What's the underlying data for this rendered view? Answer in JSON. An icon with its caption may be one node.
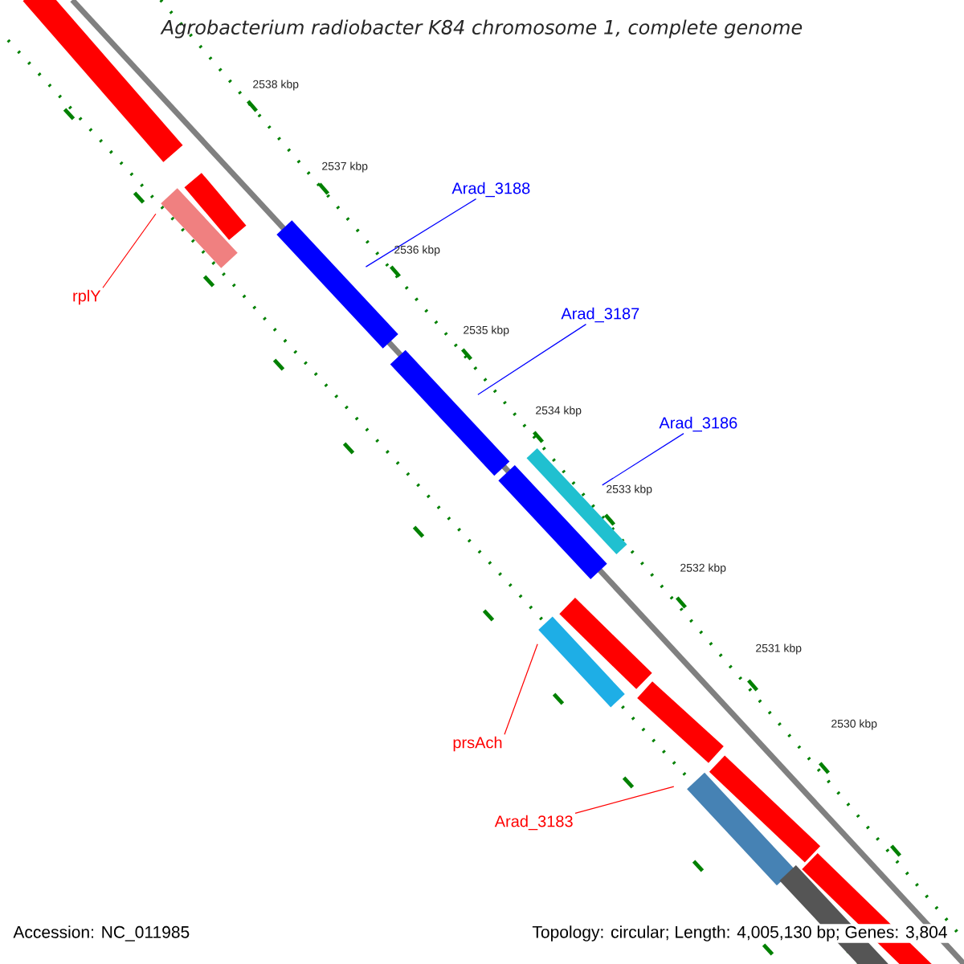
{
  "diagram": {
    "title": "Agrobacterium radiobacter K84 chromosome 1, complete genome",
    "nodes": [
      {
        "text": [
          "Arad_3188"
        ]
      },
      {
        "text": [],
        "shape": "bar"
      },
      {
        "text": [
          "Arad_3187"
        ]
      },
      {
        "text": [],
        "shape": "bar"
      },
      {
        "text": [
          "Arad_3186"
        ]
      },
      {
        "text": [],
        "shape": "bar"
      },
      {
        "text": [
          "rplY"
        ]
      },
      {
        "text": [],
        "shape": "bar"
      },
      {
        "text": [
          "prsAch"
        ]
      },
      {
        "text": [],
        "shape": "bar"
      },
      {
        "text": [
          "Arad_3183"
        ]
      },
      {
        "text": [],
        "shape": "bar"
      },
      {
        "text": [],
        "shape": "bar"
      },
      {
        "text": [],
        "shape": "bar"
      },
      {
        "text": [],
        "shape": "bar"
      },
      {
        "text": [],
        "shape": "bar"
      },
      {
        "text": [],
        "shape": "bar"
      },
      {
        "text": [],
        "shape": "bar"
      },
      {
        "text": [],
        "shape": "bar"
      },
      {
        "text": [],
        "shape": "bar"
      }
    ],
    "edges": [
      {
        "from": 0,
        "to": 1,
        "arrow": "none",
        "color": "#0000ff"
      },
      {
        "from": 2,
        "to": 3,
        "arrow": "none",
        "color": "#0000ff"
      },
      {
        "from": 4,
        "to": 5,
        "arrow": "none",
        "color": "#0000ff"
      },
      {
        "from": 6,
        "to": 7,
        "arrow": "none",
        "color": "#ff0000"
      },
      {
        "from": 8,
        "to": 9,
        "arrow": "none",
        "color": "#ff0000"
      },
      {
        "from": 10,
        "to": 11,
        "arrow": "none",
        "color": "#ff0000"
      }
    ],
    "labels": [
      "2538 kbp",
      "2537 kbp",
      "2536 kbp",
      "2535 kbp",
      "2534 kbp",
      "2533 kbp",
      "2532 kbp",
      "2531 kbp",
      "2530 kbp",
      "Accession: NC_011985",
      "Topology: circular; Length: 4,005,130 bp; Genes: 3,804"
    ]
  }
}
